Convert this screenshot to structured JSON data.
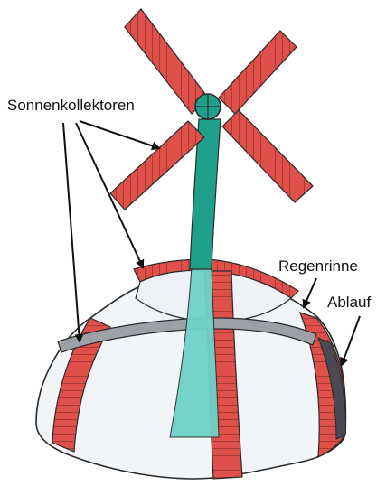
{
  "labels": {
    "solar_collectors": "Sonnenkollektoren",
    "rain_gutter": "Regenrinne",
    "drain": "Ablauf"
  },
  "colors": {
    "collector_red": "#e0504a",
    "collector_stripe": "#8a2a24",
    "teal_pole": "#1ea08a",
    "teal_light": "#6fd2c8",
    "dome_white": "#f2f5f8",
    "gutter_gray": "#9ea0a8",
    "outline": "#2a2a2a"
  }
}
